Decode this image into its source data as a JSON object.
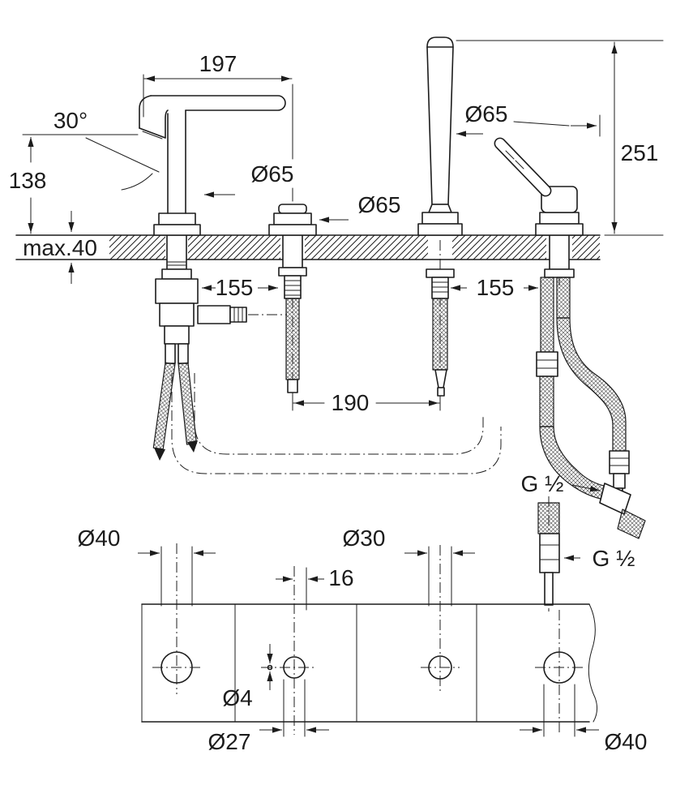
{
  "front_view": {
    "spout_reach": "197",
    "spout_angle": "30°",
    "spout_outlet_height": "138",
    "spout_escutcheon_dia": "Ø65",
    "valve_escutcheon_dia": "Ø65",
    "shower_escutcheon_dia": "Ø65",
    "shower_height": "251",
    "deck_thickness": "max.40",
    "spout_to_valve_spacing": "155",
    "shower_to_lever_spacing": "155",
    "valve_to_shower_spacing": "190",
    "shower_hose_thread": "G ½",
    "connector_thread": "G ½"
  },
  "plan_view": {
    "spout_hole_dia": "Ø40",
    "shower_hole_dia": "Ø30",
    "pin_hole_offset": "16",
    "pin_hole_dia": "Ø4",
    "valve_hole_dia": "Ø27",
    "lever_hole_dia": "Ø40"
  }
}
